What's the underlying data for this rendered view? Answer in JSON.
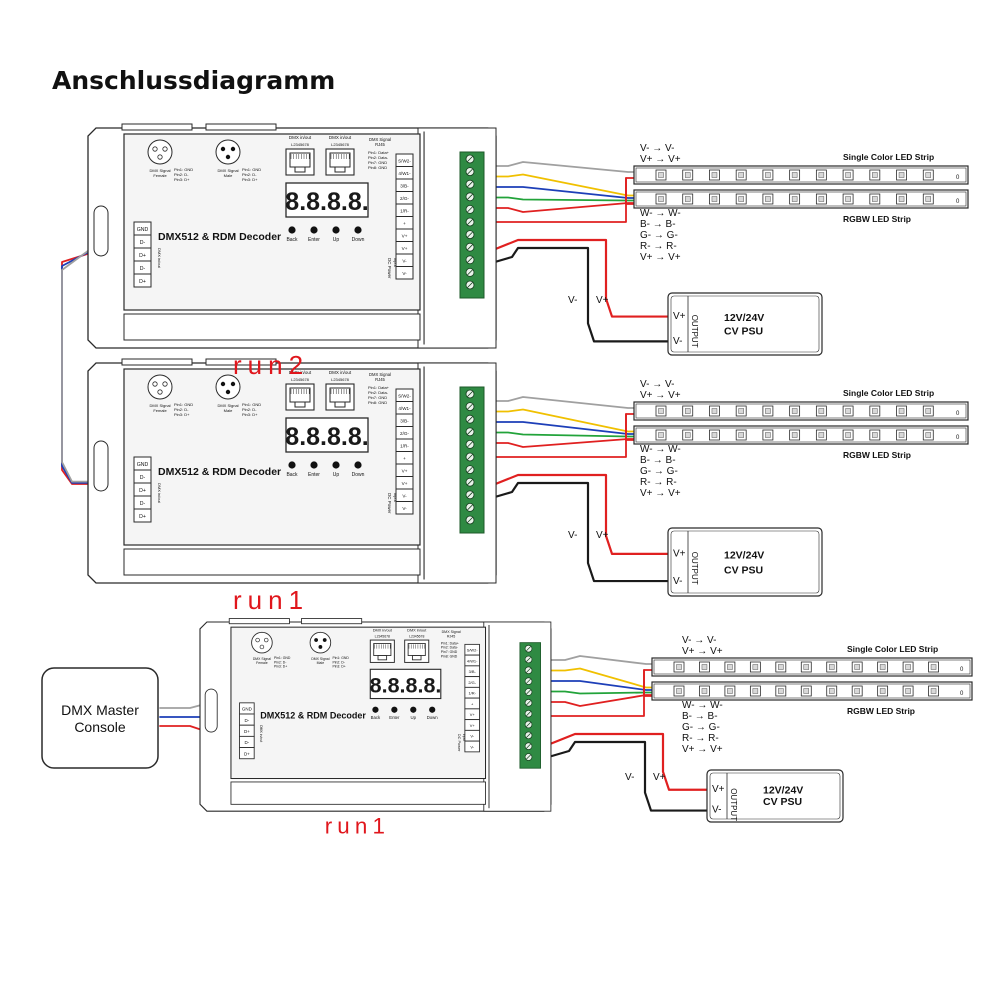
{
  "page": {
    "title": "Anschlussdiagramm"
  },
  "decoder": {
    "name": "DMX512 & RDM Decoder",
    "dmx_in_label": "DMX in/out",
    "rj45_pins": "L2345678",
    "signal_header_1": "DMX Signal",
    "signal_header_2": "RJ45",
    "rj45_pin_lines": [
      "Pin1: Data+",
      "Pin2: Data-",
      "Pin7: GND",
      "Pin8: GND"
    ],
    "xlr_female_label_1": "DMX Signal",
    "xlr_female_label_2": "Female",
    "xlr_male_label_1": "DMX Signal",
    "xlr_male_label_2": "Male",
    "xlr_pin_lines": [
      "Pin1: GND",
      "Pin2: D-",
      "Pin3: D+"
    ],
    "display": "8.8.8.8.",
    "buttons": [
      "Back",
      "Enter",
      "Up",
      "Down"
    ],
    "dmx_terminals": [
      "GND",
      "D-",
      "D+",
      "D-",
      "D+"
    ],
    "dmx_side_label": "DMX in/out",
    "output_terminals": [
      "S/W2-",
      "4/W1-",
      "3/B-",
      "2/G-",
      "1/R-",
      "+",
      "V+",
      "V+",
      "V-",
      "V-"
    ],
    "power_label_1": "DC Power",
    "power_label_2": "input"
  },
  "decoders": [
    {
      "run_label": "run2"
    },
    {
      "run_label": "run1"
    },
    {
      "run_label": "run1"
    }
  ],
  "strips": {
    "single_name": "Single Color LED Strip",
    "rgbw_name": "RGBW LED Strip",
    "single_lines": [
      "V-  →  V-",
      "V+  →  V+"
    ],
    "rgbw_lines": [
      "W-  →  W-",
      "B-  →  B-",
      "G-  →  G-",
      "R-  →  R-",
      "V+  →  V+"
    ]
  },
  "psu": {
    "label_line_1": "12V/24V",
    "label_line_2": "CV PSU",
    "output_label": "OUTPUT",
    "vplus": "V+",
    "vminus": "V-",
    "wire_vminus": "V-",
    "wire_vplus": "V+"
  },
  "console": {
    "line1": "DMX Master",
    "line2": "Console"
  },
  "colors": {
    "outline": "#2a2a2a",
    "panel": "#f5f5f5",
    "terminal_green": "#2f8a43",
    "run_label": "#e0161c",
    "wire_red": "#e02020",
    "wire_black": "#1a1a1a",
    "wire_blue": "#1d3fb8",
    "wire_green": "#22a33a",
    "wire_yellow": "#f0c000",
    "wire_gray": "#a0a0a0"
  },
  "icons": [
    "xlr-female-icon",
    "xlr-male-icon",
    "rj45-port-icon",
    "screw-terminal-icon",
    "mounting-hole-icon",
    "led-chip-icon"
  ]
}
